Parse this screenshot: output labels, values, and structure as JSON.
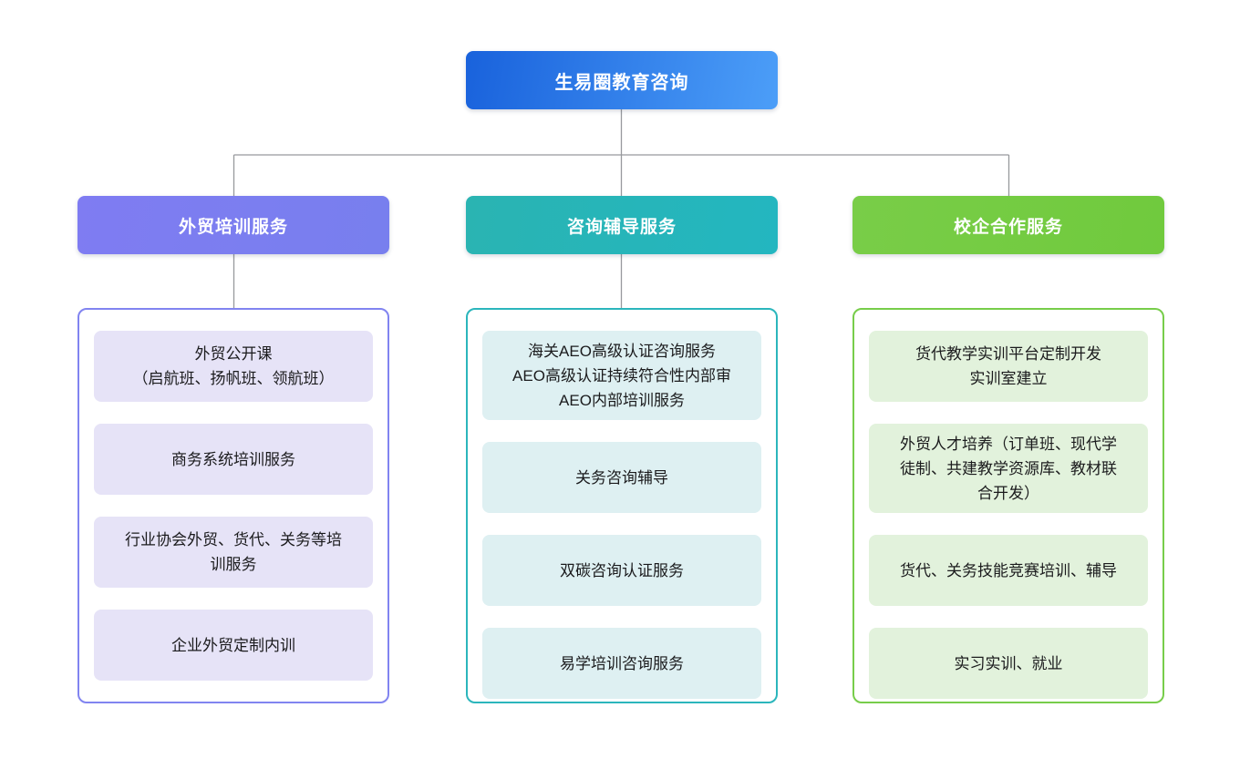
{
  "root": {
    "label": "生易圈教育咨询"
  },
  "colors": {
    "root_gradient": [
      "#1962DC",
      "#4C9EF8"
    ],
    "branch_purple": "#7B7DF0",
    "branch_teal": "#26B5BB",
    "branch_green": "#74CB42",
    "item_bg_purple": "#E6E3F7",
    "item_bg_teal": "#DEF0F2",
    "item_bg_green": "#E2F2DC",
    "connector": "#97999D"
  },
  "branches": [
    {
      "label": "外贸培训服务",
      "items": [
        {
          "lines": [
            "外贸公开课",
            "（启航班、扬帆班、领航班）"
          ]
        },
        {
          "lines": [
            "商务系统培训服务"
          ]
        },
        {
          "lines": [
            "行业协会外贸、货代、关务等培",
            "训服务"
          ]
        },
        {
          "lines": [
            "企业外贸定制内训"
          ]
        }
      ]
    },
    {
      "label": "咨询辅导服务",
      "items": [
        {
          "lines": [
            "海关AEO高级认证咨询服务",
            "AEO高级认证持续符合性内部审",
            "AEO内部培训服务"
          ]
        },
        {
          "lines": [
            "关务咨询辅导"
          ]
        },
        {
          "lines": [
            "双碳咨询认证服务"
          ]
        },
        {
          "lines": [
            "易学培训咨询服务"
          ]
        }
      ]
    },
    {
      "label": "校企合作服务",
      "items": [
        {
          "lines": [
            "货代教学实训平台定制开发",
            "实训室建立"
          ]
        },
        {
          "lines": [
            "外贸人才培养（订单班、现代学",
            "徒制、共建教学资源库、教材联",
            "合开发）"
          ]
        },
        {
          "lines": [
            "货代、关务技能竞赛培训、辅导"
          ]
        },
        {
          "lines": [
            "实习实训、就业"
          ]
        }
      ]
    }
  ]
}
